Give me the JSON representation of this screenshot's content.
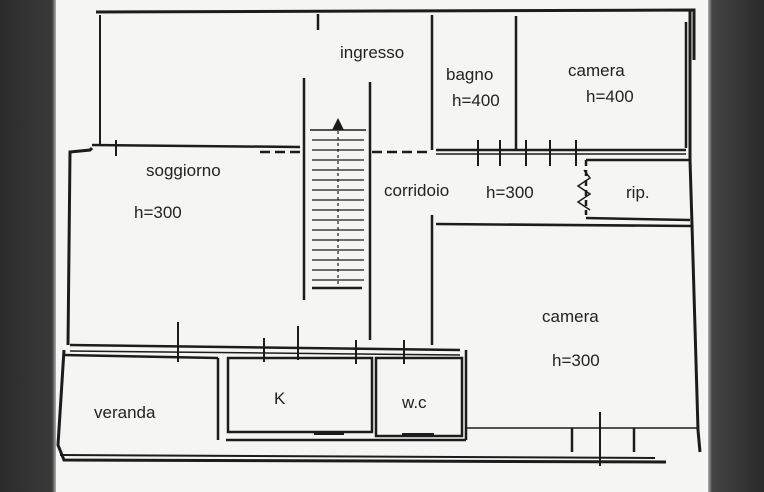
{
  "rooms": {
    "ingresso": {
      "label": "ingresso"
    },
    "bagno": {
      "label": "bagno",
      "height": "h=400"
    },
    "camera_top": {
      "label": "camera",
      "height": "h=400"
    },
    "soggiorno": {
      "label": "soggiorno",
      "height": "h=300"
    },
    "corridoio": {
      "label": "corridoio",
      "height": "h=300"
    },
    "ripostiglio": {
      "label": "rip."
    },
    "camera_bottom": {
      "label": "camera",
      "height": "h=300"
    },
    "veranda": {
      "label": "veranda"
    },
    "cucina": {
      "label": "K"
    },
    "wc": {
      "label": "w.c"
    }
  },
  "colors": {
    "wall": "#1c1c1c",
    "paper": "#f5f5f3"
  }
}
